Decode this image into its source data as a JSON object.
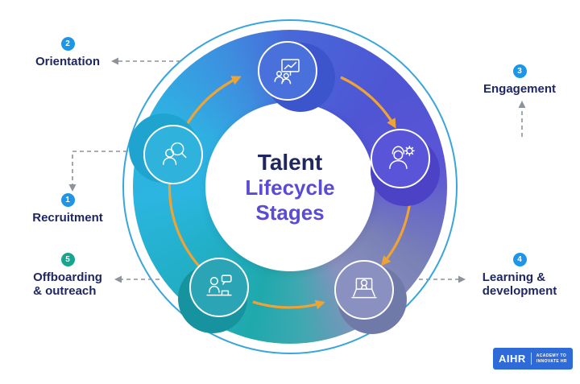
{
  "title": {
    "line1": "Talent",
    "line2": "Lifecycle",
    "line3": "Stages"
  },
  "stages": [
    {
      "number": "1",
      "label": "Recruitment",
      "line1": "Recruitment"
    },
    {
      "number": "2",
      "label": "Orientation",
      "line1": "Orientation"
    },
    {
      "number": "3",
      "label": "Engagement",
      "line1": "Engagement"
    },
    {
      "number": "4",
      "label": "Learning & development",
      "line1": "Learning &",
      "line2": "development"
    },
    {
      "number": "5",
      "label": "Offboarding & outreach",
      "line1": "Offboarding",
      "line2": "& outreach"
    }
  ],
  "icons": {
    "recruitment": "magnifier-person-icon",
    "orientation": "presentation-chart-icon",
    "engagement": "person-gear-icon",
    "learning": "laptop-award-icon",
    "offboarding": "person-chat-desk-icon"
  },
  "logo": {
    "brand": "AIHR",
    "tagline1": "ACADEMY TO",
    "tagline2": "INNOVATE HR"
  },
  "colors": {
    "arrow_orange": "#F0A335",
    "badge_blue": "#1E96E8",
    "badge_teal": "#16A58F",
    "title_navy": "#20265F",
    "title_purple": "#5A4BD5",
    "ring_cyan": "#2BB5E0",
    "ring_blue": "#4868D8",
    "ring_purple": "#5A55D6",
    "ring_slate": "#8A90BE",
    "ring_teal": "#1FA9AD",
    "logo_blue": "#2E6BD8"
  }
}
